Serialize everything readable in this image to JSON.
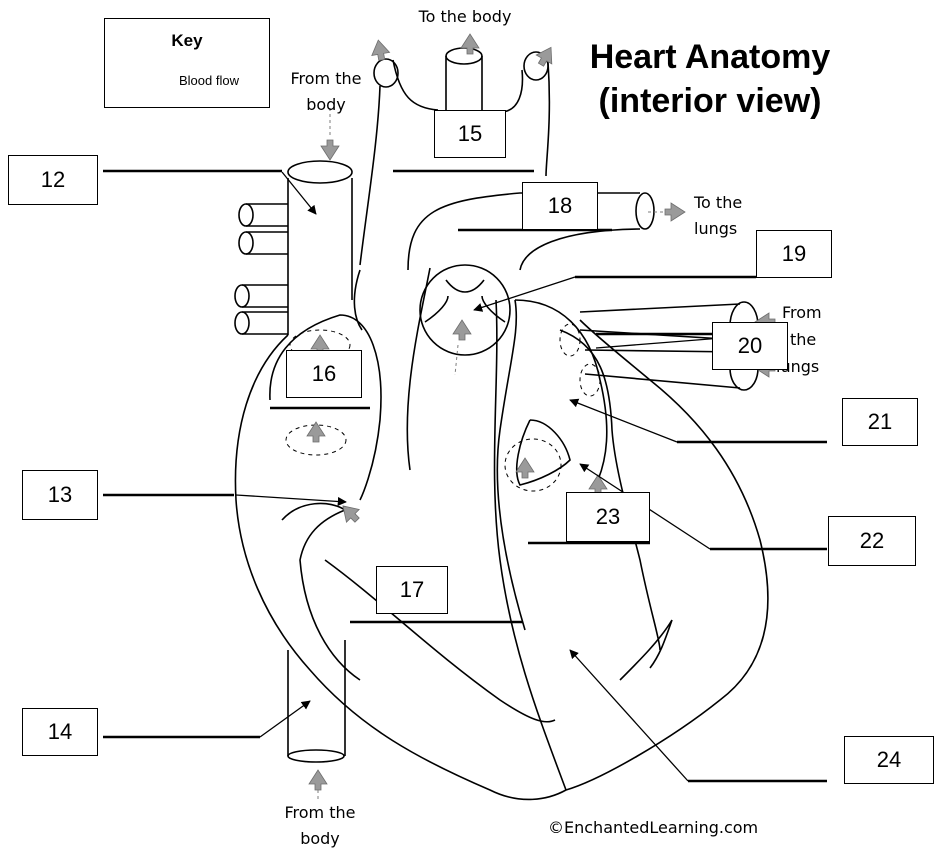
{
  "title": {
    "line1": "Heart Anatomy",
    "line2": "(interior view)"
  },
  "key": {
    "title": "Key",
    "entry": "Blood flow"
  },
  "flow_labels": {
    "to_body_top": "To the body",
    "from_body_top_1": "From the",
    "from_body_top_2": "body",
    "to_lungs_1": "To the",
    "to_lungs_2": "lungs",
    "from_lungs_1": "From",
    "from_lungs_2": "the",
    "from_lungs_3": "lungs",
    "from_body_bottom_1": "From the",
    "from_body_bottom_2": "body"
  },
  "numbers": {
    "n12": "12",
    "n13": "13",
    "n14": "14",
    "n15": "15",
    "n16": "16",
    "n17": "17",
    "n18": "18",
    "n19": "19",
    "n20": "20",
    "n21": "21",
    "n22": "22",
    "n23": "23",
    "n24": "24"
  },
  "copyright": "©EnchantedLearning.com",
  "colors": {
    "ink": "#000000",
    "arrow": "#9a9a9a"
  }
}
